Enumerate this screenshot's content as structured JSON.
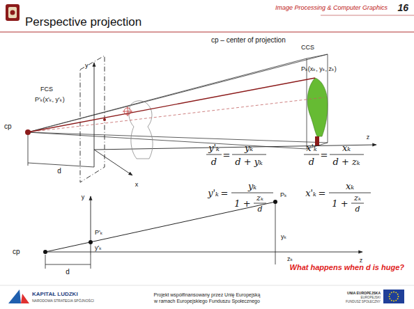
{
  "diagram": {
    "title": "Perspective projection",
    "labels": [
      "Image Processing & Computer Graphics",
      "16",
      "cp – center of projection",
      "FCS",
      "CCS",
      "Pₖ(xₖ, yₖ, zₖ)",
      "P'ₖ(x'ₖ, y'ₖ)",
      "cp",
      "y",
      "z",
      "d",
      "x",
      "y",
      "Pₖ",
      "P'ₖ",
      "yₖ",
      "y'ₖ",
      "cp",
      "z",
      "d",
      "zₖ",
      "y'ₖ",
      "d",
      "=",
      "yₖ",
      "d + yₖ",
      "x'ₖ",
      "d",
      "=",
      "xₖ",
      "d + zₖ",
      "y'ₖ",
      "=",
      "yₖ",
      "1 +",
      "zₖ",
      "d",
      "x'ₖ",
      "=",
      "xₖ",
      "1 +",
      "zₖ",
      "d",
      "What happens when d is huge?",
      "KAPITAŁ LUDZKI",
      "NARODOWA STRATEGIA SPÓJNOŚCI",
      "Projekt współfinansowany przez Unię Europejską",
      "w ramach Europejskiego Funduszu Społecznego",
      "UNIA EUROPEJSKA",
      "EUROPEJSKI",
      "FUNDUSZ SPOŁECZNY"
    ]
  }
}
